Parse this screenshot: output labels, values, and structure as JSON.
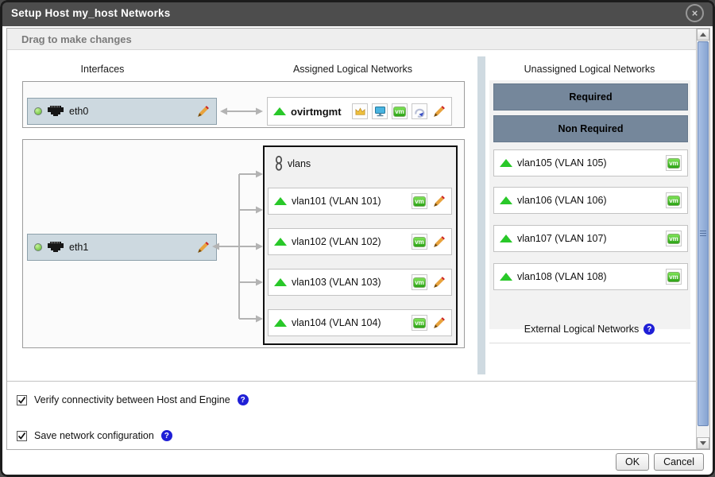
{
  "window": {
    "title": "Setup Host my_host Networks"
  },
  "hint_bar": {
    "text": "Drag to make changes"
  },
  "columns": {
    "interfaces": "Interfaces",
    "assigned": "Assigned Logical Networks",
    "unassigned": "Unassigned Logical Networks"
  },
  "interfaces": [
    {
      "name": "eth0",
      "status": "up"
    },
    {
      "name": "eth1",
      "status": "up"
    }
  ],
  "assigned": {
    "management": {
      "name": "ovirtmgmt",
      "badges": [
        "management",
        "display",
        "vm",
        "migration"
      ]
    },
    "vlans_group_label": "vlans",
    "vlan_rows": [
      {
        "label": "vlan101 (VLAN 101)"
      },
      {
        "label": "vlan102 (VLAN 102)"
      },
      {
        "label": "vlan103 (VLAN 103)"
      },
      {
        "label": "vlan104 (VLAN 104)"
      }
    ]
  },
  "unassigned": {
    "required_header": "Required",
    "non_required_header": "Non Required",
    "rows": [
      {
        "label": "vlan105 (VLAN 105)"
      },
      {
        "label": "vlan106 (VLAN 106)"
      },
      {
        "label": "vlan107 (VLAN 107)"
      },
      {
        "label": "vlan108 (VLAN 108)"
      }
    ],
    "external_header": "External Logical Networks"
  },
  "options": [
    {
      "label": "Verify connectivity between Host and Engine",
      "checked": "checked"
    },
    {
      "label": "Save network configuration",
      "checked": "checked"
    }
  ],
  "footer": {
    "ok_label": "OK",
    "cancel_label": "Cancel"
  },
  "icons": {
    "close_glyph": "×",
    "help_glyph": "?",
    "vm_badge": "vm"
  },
  "colors": {
    "titlebar": "#4d4d4d",
    "slate_header": "#75879b",
    "interface_fill": "#cdd9e0",
    "triangle_green": "#29c829",
    "vm_badge_green": "#2ba315",
    "scroll_thumb_blue": "#87a4d2",
    "help_blue": "#1f1fd6",
    "separator_blue": "#cfdae1"
  }
}
